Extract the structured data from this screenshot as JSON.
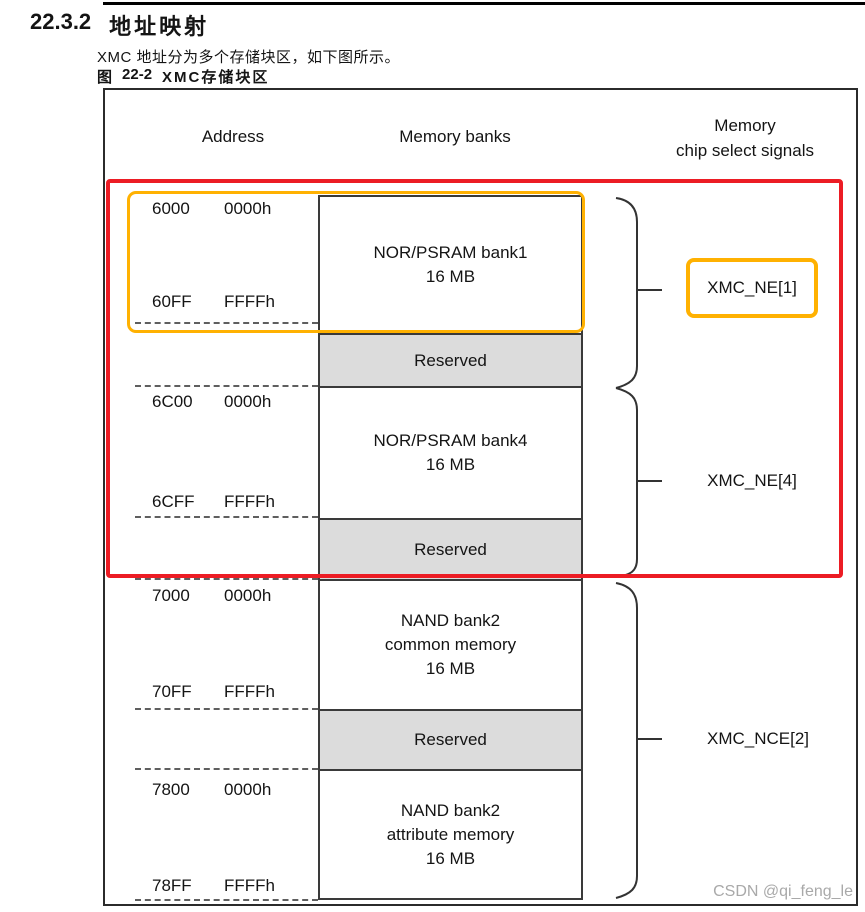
{
  "page": {
    "section_number": "22.3.2",
    "section_title": "地址映射",
    "body_text": "XMC 地址分为多个存储块区，如下图所示。",
    "figure_caption_prefix": "图",
    "figure_caption_number": "22-2",
    "figure_caption_text": "XMC存储块区"
  },
  "figure": {
    "headers": {
      "address": "Address",
      "memory_banks": "Memory banks",
      "chip_select_line1": "Memory",
      "chip_select_line2": "chip select signals"
    },
    "addresses": [
      {
        "part1": "6000",
        "part2": "0000h"
      },
      {
        "part1": "60FF",
        "part2": "FFFFh"
      },
      {
        "part1": "6C00",
        "part2": "0000h"
      },
      {
        "part1": "6CFF",
        "part2": "FFFFh"
      },
      {
        "part1": "7000",
        "part2": "0000h"
      },
      {
        "part1": "70FF",
        "part2": "FFFFh"
      },
      {
        "part1": "7800",
        "part2": "0000h"
      },
      {
        "part1": "78FF",
        "part2": "FFFFh"
      }
    ],
    "banks": [
      {
        "type": "bank",
        "lines": [
          "NOR/PSRAM bank1",
          "16 MB"
        ]
      },
      {
        "type": "reserved",
        "lines": [
          "Reserved"
        ]
      },
      {
        "type": "bank",
        "lines": [
          "NOR/PSRAM bank4",
          "16 MB"
        ]
      },
      {
        "type": "reserved",
        "lines": [
          "Reserved"
        ]
      },
      {
        "type": "bank",
        "lines": [
          "NAND bank2",
          "common memory",
          "16 MB"
        ]
      },
      {
        "type": "reserved",
        "lines": [
          "Reserved"
        ]
      },
      {
        "type": "bank",
        "lines": [
          "NAND bank2",
          "attribute memory",
          "16 MB"
        ]
      }
    ],
    "chip_selects": [
      {
        "label": "XMC_NE[1]",
        "highlighted": true
      },
      {
        "label": "XMC_NE[4]",
        "highlighted": false
      },
      {
        "label": "XMC_NCE[2]",
        "highlighted": false
      }
    ],
    "watermark": "CSDN @qi_feng_le",
    "colors": {
      "highlight_red": "#EC1C24",
      "highlight_orange": "#FFB101",
      "reserved_fill": "#DCDCDC",
      "line_color": "#333333",
      "watermark_gray": "#A9A9A9"
    }
  }
}
